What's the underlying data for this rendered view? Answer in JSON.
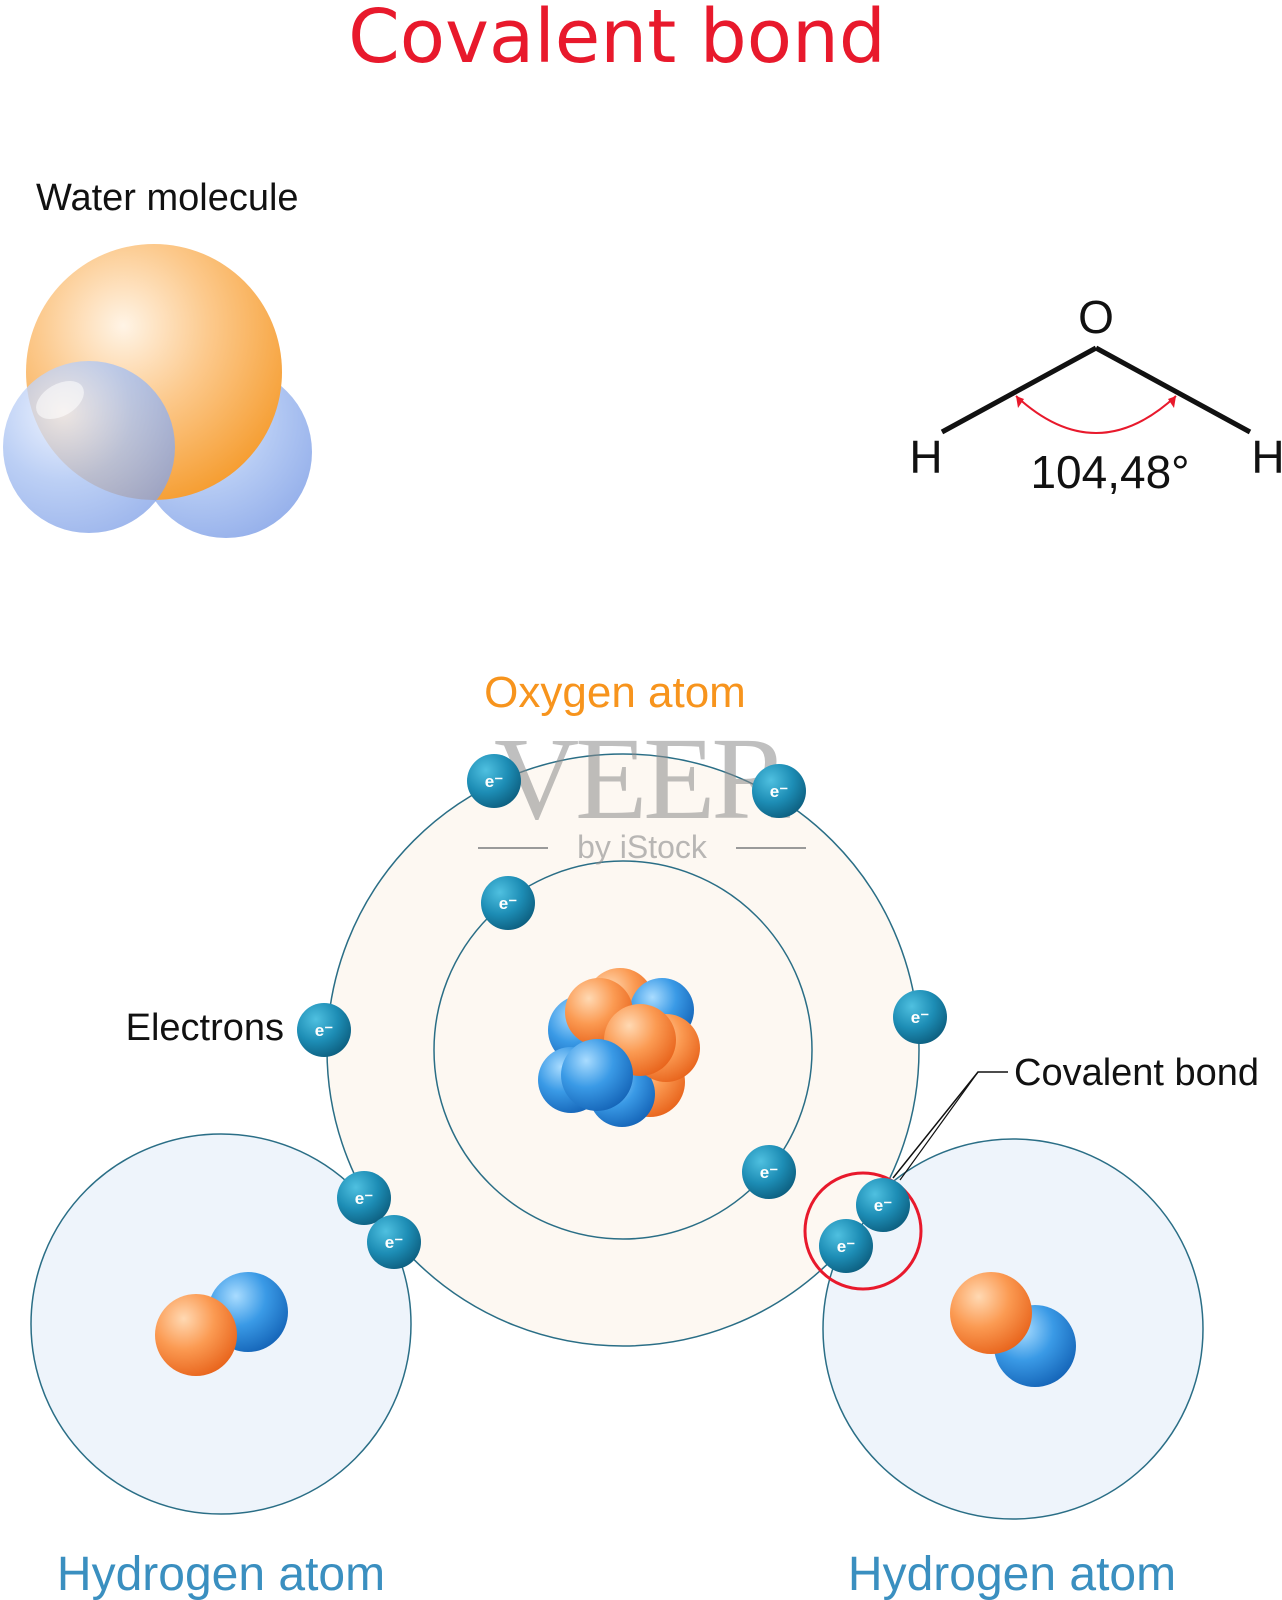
{
  "title": "Covalent bond",
  "water_molecule_label": "Water molecule",
  "structural_formula": {
    "oxygen": "O",
    "hydrogen_left": "H",
    "hydrogen_right": "H",
    "bond_angle": "104,48°"
  },
  "atom_diagram": {
    "oxygen_label": "Oxygen atom",
    "hydrogen_left_label": "Hydrogen atom",
    "hydrogen_right_label": "Hydrogen atom",
    "electrons_label": "Electrons",
    "covalent_bond_label": "Covalent bond",
    "electron_symbol": "e-"
  },
  "watermark": {
    "brand": "VEER",
    "byline": "by iStock"
  },
  "colors": {
    "title": "#e8192c",
    "oxygen_label": "#f7941d",
    "hydrogen_label": "#3a8fc0",
    "electron": "#1a82a8",
    "orbit_line": "#3a7a8c",
    "oxygen_shell_fill": "#fdf8f2",
    "hydrogen_shell_fill": "#eef4fb",
    "bond_highlight": "#e8192c"
  }
}
